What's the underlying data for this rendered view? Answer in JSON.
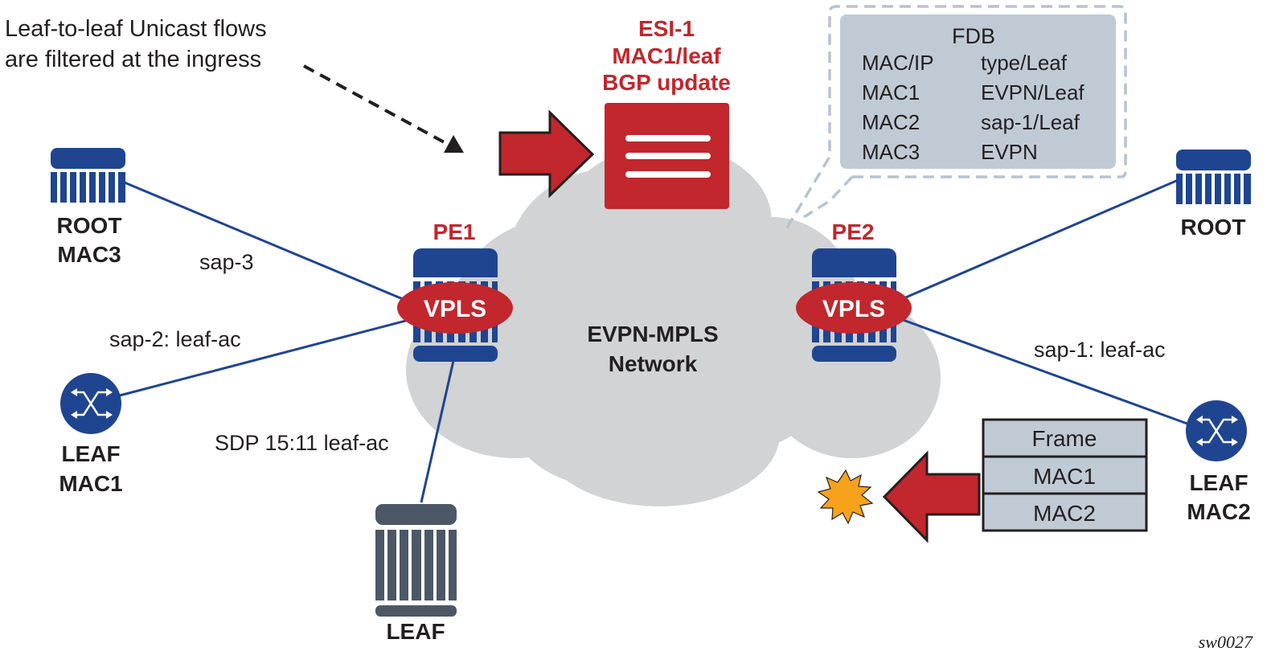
{
  "annotation": {
    "line1": "Leaf-to-leaf Unicast flows",
    "line2": "are filtered at the ingress"
  },
  "bgp_update": {
    "line1": "ESI-1",
    "line2": "MAC1/leaf",
    "line3": "BGP update"
  },
  "fdb": {
    "title": "FDB",
    "rows": [
      {
        "mac": "MAC/IP",
        "type": "type/Leaf"
      },
      {
        "mac": "MAC1",
        "type": "EVPN/Leaf"
      },
      {
        "mac": "MAC2",
        "type": "sap-1/Leaf"
      },
      {
        "mac": "MAC3",
        "type": "EVPN"
      }
    ]
  },
  "network": {
    "line1": "EVPN-MPLS",
    "line2": "Network"
  },
  "pe1": {
    "label": "PE1",
    "service": "VPLS"
  },
  "pe2": {
    "label": "PE2",
    "service": "VPLS"
  },
  "nodes": {
    "root_mac3": {
      "line1": "ROOT",
      "line2": "MAC3"
    },
    "leaf_mac1": {
      "line1": "LEAF",
      "line2": "MAC1"
    },
    "leaf_bottom": {
      "line1": "LEAF"
    },
    "root_right": {
      "line1": "ROOT"
    },
    "leaf_mac2": {
      "line1": "LEAF",
      "line2": "MAC2"
    }
  },
  "links": {
    "sap3": "sap-3",
    "sap2": "sap-2: leaf-ac",
    "sdp": "SDP 15:11 leaf-ac",
    "sap1": "sap-1: leaf-ac"
  },
  "frame": {
    "rows": [
      "Frame",
      "MAC1",
      "MAC2"
    ]
  },
  "figure_id": "sw0027",
  "colors": {
    "node_blue": "#1f4591",
    "accent_red": "#c1272d",
    "cloud_gray": "#d1d3d4",
    "fdb_fill": "#c0cad5",
    "leaf_gray": "#4c5866",
    "burst_orange": "#f7a21b"
  }
}
